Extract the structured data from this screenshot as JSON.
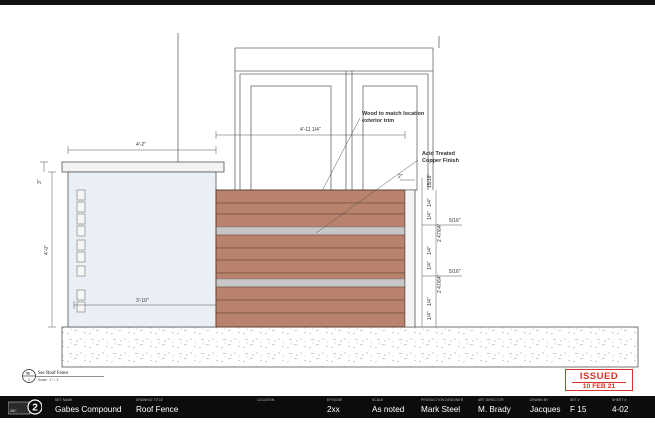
{
  "annotations": {
    "wood_note_line1": "Wood to match location",
    "wood_note_line2": "exterior trim",
    "copper_note_line1": "Acid Treated",
    "copper_note_line2": "Copper Finish"
  },
  "dimensions": {
    "column_width": "4'-2\"",
    "fence_width": "4'-11 1/4\"",
    "height": "4'-0\"",
    "cap": "3\"",
    "inner_width": "3'-10\"",
    "offset": "2\"",
    "board_gap_top": "15/16\"",
    "quarter_a": "1/4\"",
    "quarter_b": "1/4\"",
    "gap_a": "5/16\"",
    "gap_b": "2 47/64\"",
    "quarter_c": "1/4\"",
    "quarter_d": "1/4\"",
    "gap_c": "5/16\"",
    "gap_d": "2 47/64\"",
    "quarter_e": "1/4\"",
    "quarter_f": "1/4\""
  },
  "detail": {
    "number": "5b",
    "sheet": "2",
    "title": "Sec Roof Fence",
    "scale": "Scale : 1\" = 1'"
  },
  "stamp": {
    "status": "ISSUED",
    "date": "10 FEB 21"
  },
  "title_block": {
    "logo_letter": "2",
    "logo_text": "ABC",
    "fields": [
      {
        "label": "SET NAME",
        "value": "Gabes Compound"
      },
      {
        "label": "DRAWING TITLE",
        "value": "Roof Fence"
      },
      {
        "label": "LOCATION",
        "value": ""
      },
      {
        "label": "EPISODE",
        "value": "2xx"
      },
      {
        "label": "SCALE",
        "value": "As noted"
      },
      {
        "label": "PRODUCTION DESIGNER",
        "value": "Mark Steel"
      },
      {
        "label": "ART DIRECTOR",
        "value": "M. Brady"
      },
      {
        "label": "DRAWN BY",
        "value": "Jacques"
      },
      {
        "label": "SET #",
        "value": "F 15"
      },
      {
        "label": "SHEET #",
        "value": "4-02"
      }
    ]
  },
  "colors": {
    "wood": "#b9826d",
    "wood_line": "#6b4a3a",
    "copper_band": "#c9c9c9",
    "column": "#e9eff5",
    "issued_red": "#d9342b"
  }
}
